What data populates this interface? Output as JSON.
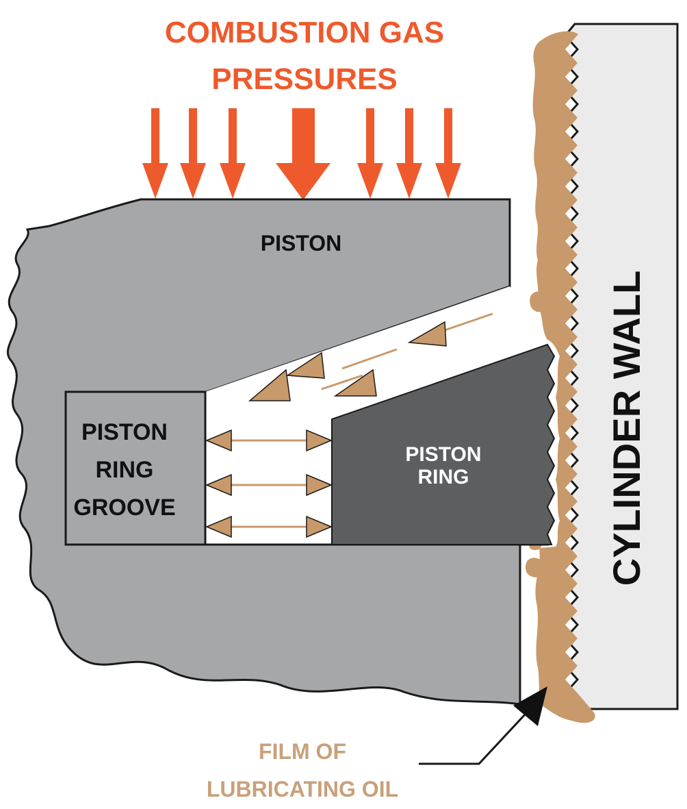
{
  "title": {
    "line1": "COMBUSTION GAS",
    "line2": "PRESSURES"
  },
  "labels": {
    "piston": "PISTON",
    "groove_line1": "PISTON",
    "groove_line2": "RING",
    "groove_line3": "GROOVE",
    "ring_line1": "PISTON",
    "ring_line2": "RING",
    "cylinder_wall": "CYLINDER WALL",
    "oil_line1": "FILM OF",
    "oil_line2": "LUBRICATING OIL"
  },
  "colors": {
    "pressure": "#ee5a2c",
    "oil_label": "#c9a07a",
    "oil": "#c8996a",
    "oil_arrow": "#c8996a",
    "piston": "#a6a7a9",
    "ring": "#5d5e60",
    "wall": "#ebebec",
    "outline": "#1a1a1a",
    "text_dark": "#111111",
    "text_light": "#ffffff"
  }
}
